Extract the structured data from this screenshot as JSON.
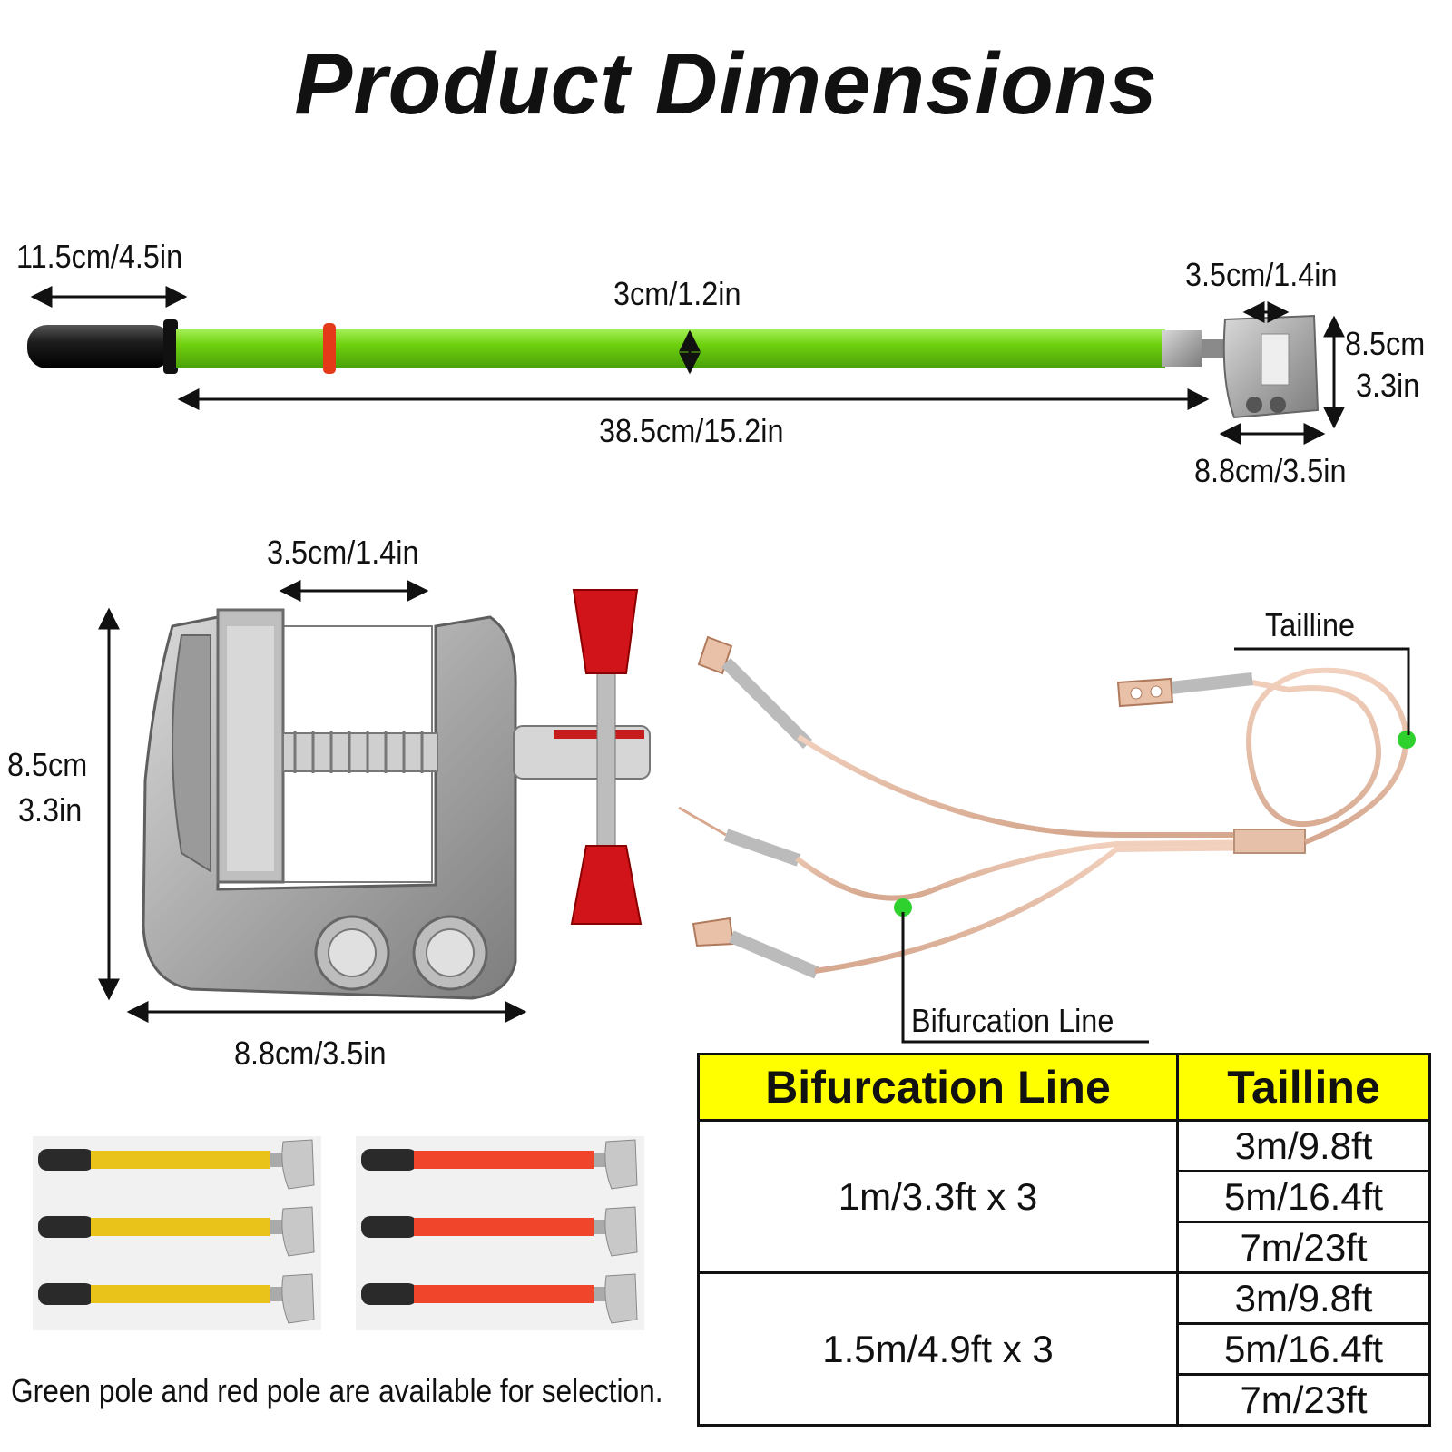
{
  "title": "Product Dimensions",
  "pole": {
    "handle_length": "11.5cm/4.5in",
    "diameter": "3cm/1.2in",
    "pole_length": "38.5cm/15.2in",
    "clamp_opening": "3.5cm/1.4in",
    "clamp_height_cm": "8.5cm",
    "clamp_height_in": "3.3in",
    "clamp_width": "8.8cm/3.5in",
    "color": "#7ed321"
  },
  "clamp": {
    "opening": "3.5cm/1.4in",
    "height_cm": "8.5cm",
    "height_in": "3.3in",
    "width": "8.8cm/3.5in",
    "knob_color": "#d0141a"
  },
  "wires": {
    "tailline_label": "Tailline",
    "bifurcation_label": "Bifurcation Line",
    "marker_color": "#2fd12f"
  },
  "table": {
    "headers": [
      "Bifurcation Line",
      "Tailline"
    ],
    "groups": [
      {
        "bifurcation": "1m/3.3ft x 3",
        "taillines": [
          "3m/9.8ft",
          "5m/16.4ft",
          "7m/23ft"
        ]
      },
      {
        "bifurcation": "1.5m/4.9ft x 3",
        "taillines": [
          "3m/9.8ft",
          "5m/16.4ft",
          "7m/23ft"
        ]
      }
    ]
  },
  "variants": {
    "caption": "Green pole and red pole are available for selection.",
    "yellow_color": "#e9c21a",
    "red_color": "#f0442b"
  }
}
